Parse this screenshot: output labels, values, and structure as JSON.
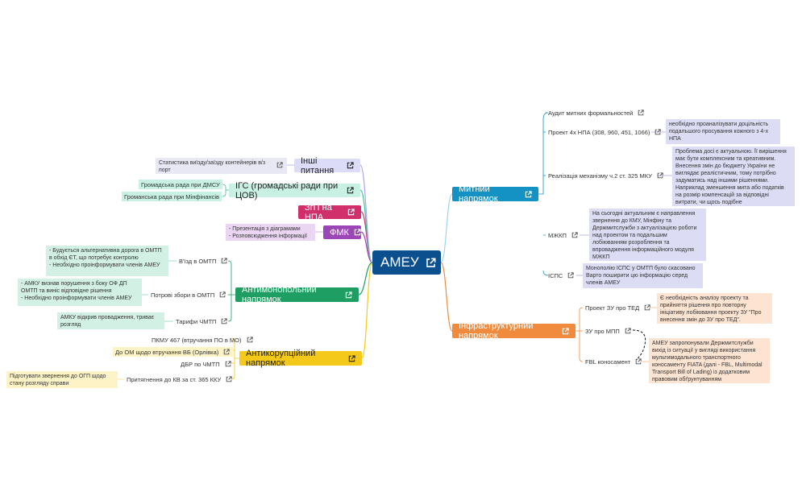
{
  "colors": {
    "root": "#0b4f8f",
    "customs": "#1592c4",
    "infra": "#f08a3c",
    "anticorr": "#f4c919",
    "antimono": "#1e9e62",
    "igs": "#3cc39a",
    "other": "#a6a6e8",
    "zgp": "#d12f6c",
    "fmk": "#9d46b8"
  },
  "root": {
    "label": "АМЕУ"
  },
  "customs": {
    "label": "Митний напрямок",
    "audit": {
      "label": "Аудит митних формальностей"
    },
    "project4": {
      "label": "Проект 4х НПА (308, 960, 451, 1066)",
      "note": " необхідно проаналізувати доцільність подальшого просування кожного з 4-х НПА"
    },
    "mechanism": {
      "label": "Реалізація механізму ч.2 ст. 325 МКУ",
      "note": "Проблема досі є актуальною. Її вирішення має бути комплексним та креативним. Внесення змін до бюджету України не виглядає реалістичним, тому потрібно задуматись над іншими рішеннями. Наприклад зменшення мита або податків на розмір компенсацій за відповідні витрати, чи щось подібне"
    },
    "mzhkp": {
      "label": "МЖКП",
      "note": "На сьогодні актуальним є направлення звернення до КМУ, Мінфіну та Держмитслужби з актуалізацією роботи над проектом та подальшим лобіюванням розроблення та впровадження інформаційного модуля МЖКП"
    },
    "isps": {
      "label": "ІСПС",
      "note": "Монополію ІСПС у ОМТП було скасовано\nВарто поширити цю інформацію серед членів АМЕУ"
    }
  },
  "infra": {
    "label": "Інфраструктурний напрямок",
    "zu_ted": {
      "label": "Проект ЗУ про ТЕД",
      "note": "Є необхідність аналізу проекту та прийняття рішення про повторну ініціативу лобіювання проекту ЗУ \"Про внесення змін до ЗУ про ТЕД\"."
    },
    "zu_mpp": {
      "label": "ЗУ про МПП"
    },
    "fbl": {
      "label": "FBL коносамент",
      "note": "АМЕУ запропонували Держмитслужби вихід із ситуації у вигляді використання мультимодального транспортного коносаменту FIATA (далі - FBL, Multimodal Transport Bill of Lading) із додатковим правовим обґрунтуванням"
    }
  },
  "anticorr": {
    "label": "Антикорупційний напрямок",
    "items": [
      {
        "label": "ПКМУ 467 (втручання ПО в МО)"
      },
      {
        "label": "До ОМ щодо втручання ВБ (Орлівка)"
      },
      {
        "label": "ДБР по ЧМТП"
      },
      {
        "label": "Притягнення до КВ за ст. 365 ККУ",
        "note": " Підготувати звернення до ОГП щодо стану розгляду справи"
      }
    ]
  },
  "antimono": {
    "label": "Антимонопольний напрямок",
    "items": [
      {
        "label": "В'їзд в ОМТП",
        "note": " - Будується альтернативна дорога в ОМТП в обхід ЄТ, що потребує контролю\n - Необхідно проінформувати членів АМЕУ"
      },
      {
        "label": "Потрові збори в ОМТП",
        "note": " - АМКУ визнав порушення з боку ОФ ДП ОМТП та виніс відповідне рішення\n - Необхідно проінформувати членів АМЕУ"
      },
      {
        "label": "Тарифи ЧМТП",
        "note": "АМКУ відкрив провадження, триває розгляд"
      }
    ]
  },
  "fmk": {
    "label": "ФМК",
    "note": " - Презентація з діаграмами\n - Розповсюдження інформації"
  },
  "zgp": {
    "label": "ЗгП на НПА"
  },
  "igs": {
    "label": "ІГС (громадські ради при ЦОВ)",
    "items": [
      {
        "label": "Громадська рада при ДМСУ"
      },
      {
        "label": "Громанська рада при Мінфінансів"
      }
    ]
  },
  "other": {
    "label": "Інші питання",
    "items": [
      {
        "label": "Статистика виїзду/заїзду контейнерів в/з порт"
      }
    ]
  }
}
